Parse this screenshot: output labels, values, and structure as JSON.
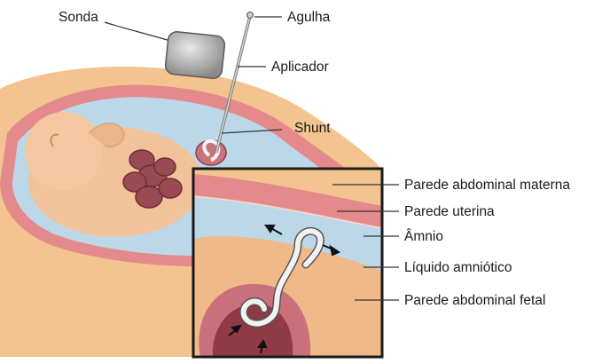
{
  "labels": {
    "sonda": "Sonda",
    "agulha": "Agulha",
    "aplicador": "Aplicador",
    "shunt": "Shunt",
    "parede_abdominal_materna": "Parede abdominal materna",
    "parede_uterina": "Parede uterina",
    "amnio": "Âmnio",
    "liquido_amniotico": "Líquido amniótico",
    "parede_abdominal_fetal": "Parede abdominal fetal"
  },
  "colors": {
    "maternal_skin": "#f3c48f",
    "uterine_wall": "#e58a8c",
    "amniotic_fluid": "#bcd8e8",
    "fetus_skin": "#f2c29a",
    "bowel": "#9a4a52",
    "inset_border": "#1a1a1a",
    "leader_line": "#333333"
  }
}
